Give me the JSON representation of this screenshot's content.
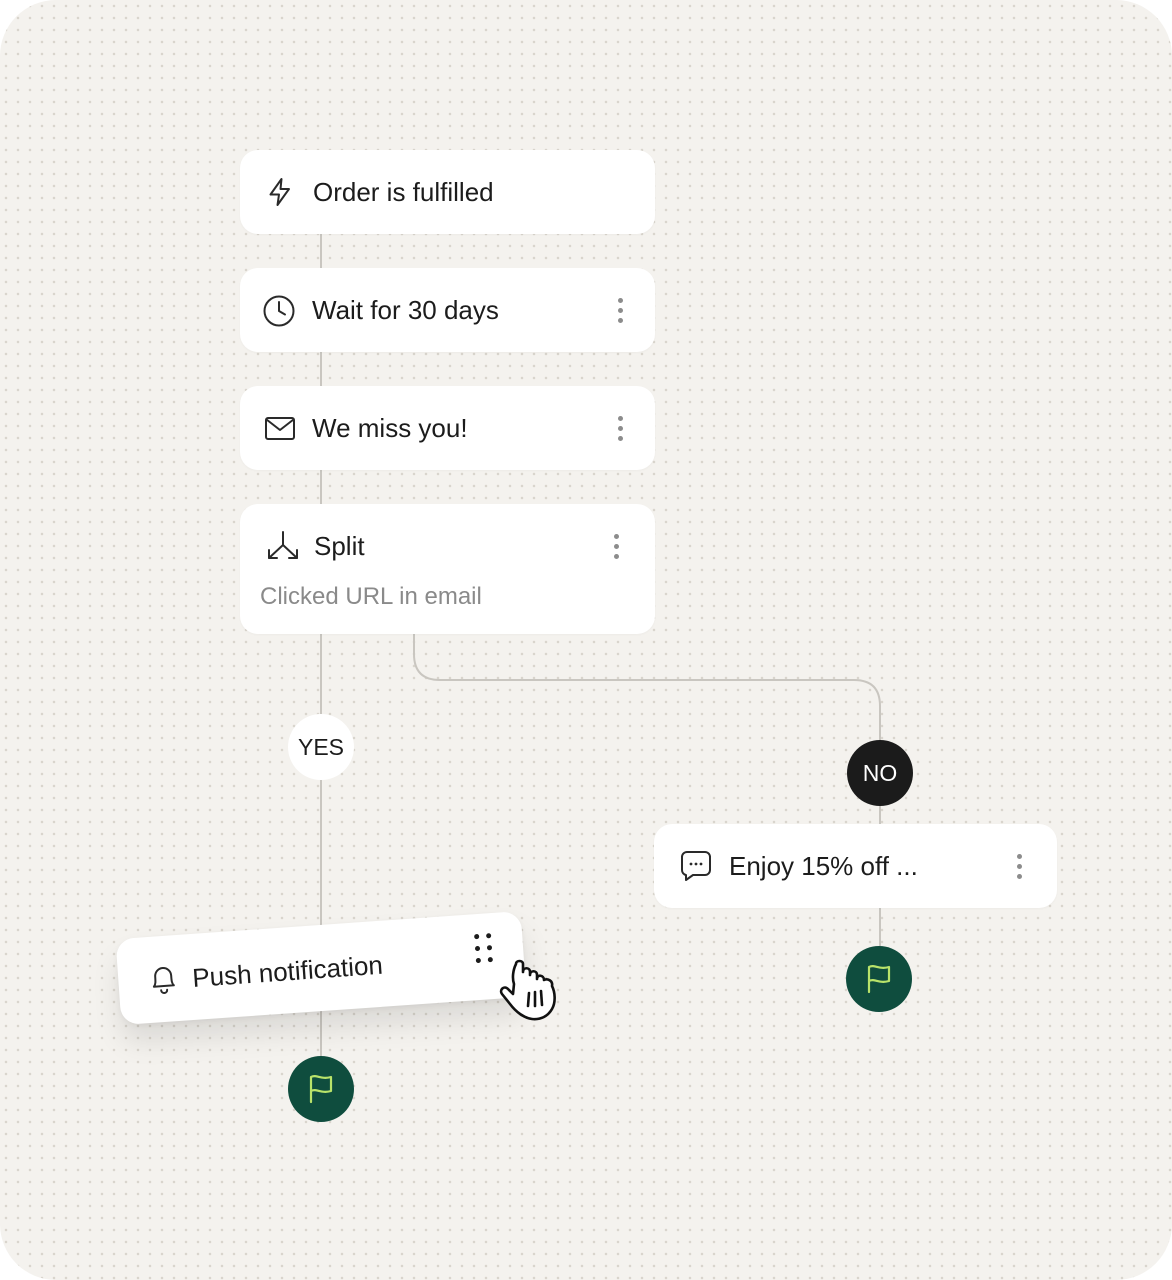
{
  "flow": {
    "trigger": {
      "label": "Order is fulfilled",
      "icon": "lightning-icon"
    },
    "wait": {
      "label": "Wait for 30 days",
      "icon": "clock-icon"
    },
    "email": {
      "label": "We miss you!",
      "icon": "envelope-icon"
    },
    "split": {
      "label": "Split",
      "condition": "Clicked URL in email",
      "icon": "split-arrows-icon"
    },
    "branches": {
      "yes": {
        "label": "YES",
        "action": {
          "label": "Push notification",
          "icon": "bell-icon",
          "state": "dragging"
        },
        "end_icon": "flag-icon"
      },
      "no": {
        "label": "NO",
        "action": {
          "label": "Enjoy 15% off ...",
          "icon": "chat-bubble-icon"
        },
        "end_icon": "flag-icon"
      }
    }
  },
  "cursor": {
    "type": "grab-hand-icon"
  },
  "colors": {
    "canvas": "#f4f2ee",
    "card": "#ffffff",
    "connector": "#c9c6c0",
    "end_node": "#0f4d3e",
    "flag": "#b9e36a",
    "no_pill": "#1b1b1b"
  }
}
